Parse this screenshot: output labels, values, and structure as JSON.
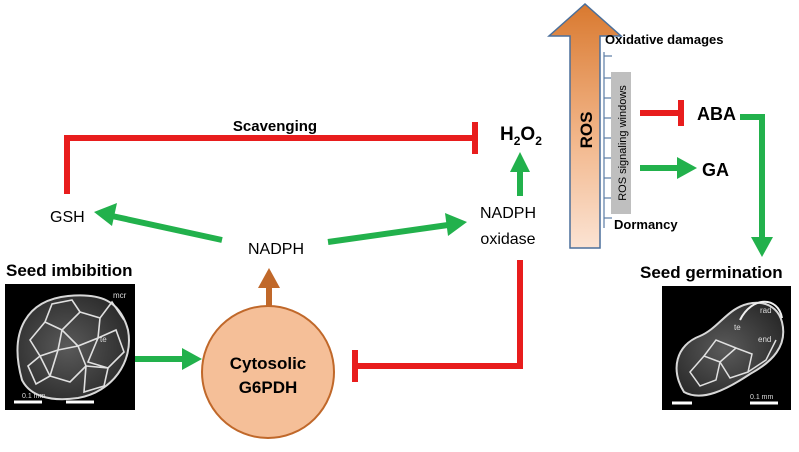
{
  "labels": {
    "scavenging": "Scavenging",
    "h2o2_main": "H",
    "h2o2_sub1": "2",
    "h2o2_o": "O",
    "h2o2_sub2": "2",
    "gsh": "GSH",
    "nadph": "NADPH",
    "nadph_oxidase_1": "NADPH",
    "nadph_oxidase_2": "oxidase",
    "seed_imbibition": "Seed imbibition",
    "g6pdh_1": "Cytosolic",
    "g6pdh_2": "G6PDH",
    "ros": "ROS",
    "oxidative_damages": "Oxidative damages",
    "ros_signaling_windows": "ROS signaling windows",
    "dormancy": "Dormancy",
    "aba": "ABA",
    "ga": "GA",
    "seed_germination": "Seed germination"
  },
  "photo_left": {
    "labels": [
      "mcr",
      "te"
    ],
    "scale": "0.1 mm"
  },
  "photo_right": {
    "labels": [
      "rad",
      "te",
      "end"
    ],
    "scale": "0.1 mm"
  },
  "colors": {
    "green_arrow": "#22b14c",
    "red_inhibit": "#e81d1d",
    "brown_arrow": "#c0682a",
    "g6pdh_fill": "#f5bf98",
    "g6pdh_stroke": "#c0682a",
    "ros_gradient_top": "#d9792f",
    "ros_gradient_bottom": "#fbe3d3",
    "ros_stroke": "#4a6f9b",
    "signal_box": "#bfbfbf"
  }
}
